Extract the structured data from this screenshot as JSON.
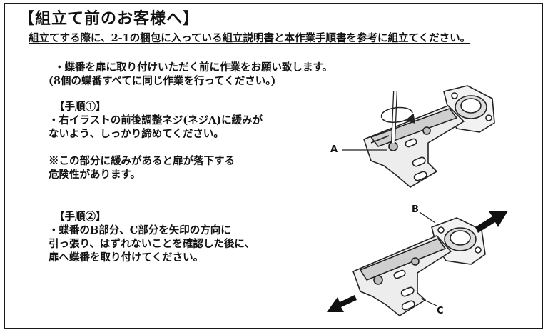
{
  "header": {
    "title": "【組立て前のお客様へ】",
    "subtitle": "組立てする際に、2-1の梱包に入っている組立説明書と本作業手順書を参考に組立てください。"
  },
  "intro": {
    "line1": "・蝶番を扉に取り付けいただく前に作業をお願い致します。",
    "line2": "(8個の蝶番すべてに同じ作業を行ってください。)"
  },
  "step1": {
    "heading": "【手順①】",
    "line1": "・右イラストの前後調整ネジ(ネジA)に緩みが",
    "line2": "ないよう、しっかり締めてください。",
    "warn1": "※この部分に緩みがあると扉が落下する",
    "warn2": "危険性があります。"
  },
  "step2": {
    "heading": "【手順②】",
    "line1": "・蝶番のB部分、C部分を矢印の方向に",
    "line2": "引っ張り、はずれないことを確認した後に、",
    "line3": "扉へ蝶番を取り付けてください。"
  },
  "labels": {
    "a": "A",
    "b": "B",
    "c": "C"
  }
}
